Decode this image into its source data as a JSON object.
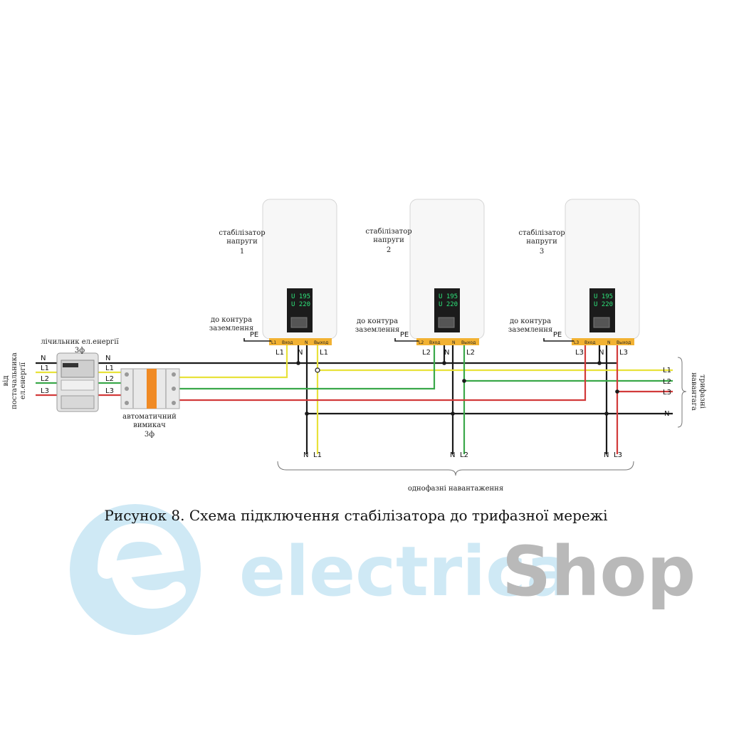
{
  "stabilizers": [
    {
      "label_line1": "стабілізатор",
      "label_line2": "напруги",
      "number": "1",
      "display_top": "U 195",
      "display_bottom": "U 220",
      "ground_label_1": "до контура",
      "ground_label_2": "заземлення",
      "pe": "PE",
      "input_tag": "L1",
      "input_term": "Вход",
      "output_term": "Выход",
      "n_term": "N",
      "output_tag": "L1"
    },
    {
      "label_line1": "стабілізатор",
      "label_line2": "напруги",
      "number": "2",
      "display_top": "U 195",
      "display_bottom": "U 220",
      "ground_label_1": "до контура",
      "ground_label_2": "заземлення",
      "pe": "PE",
      "input_tag": "L2",
      "input_term": "Вход",
      "output_term": "Выход",
      "n_term": "N",
      "output_tag": "L2"
    },
    {
      "label_line1": "стабілізатор",
      "label_line2": "напруги",
      "number": "3",
      "display_top": "U 195",
      "display_bottom": "U 220",
      "ground_label_1": "до контура",
      "ground_label_2": "заземлення",
      "pe": "PE",
      "input_tag": "L3",
      "input_term": "Вход",
      "output_term": "Выход",
      "n_term": "N",
      "output_tag": "L3"
    }
  ],
  "meter": {
    "label_line1": "лічильник ел.енергії",
    "label_line2": "3ф"
  },
  "breaker": {
    "label_line1": "автоматичний",
    "label_line2": "вимикач",
    "label_line3": "3ф"
  },
  "supply_label": {
    "line1": "від",
    "line2": "постачальника",
    "line3": "ел.енергії"
  },
  "lines_left": [
    "N",
    "L1",
    "L2",
    "L3"
  ],
  "lines_mid": [
    "N",
    "L1",
    "L2",
    "L3"
  ],
  "lines_right": [
    "L1",
    "L2",
    "L3",
    "N"
  ],
  "three_phase_load": {
    "line1": "трифазні",
    "line2": "навантага"
  },
  "outputs": [
    {
      "n": "N",
      "l": "L1"
    },
    {
      "n": "N",
      "l": "L2"
    },
    {
      "n": "N",
      "l": "L3"
    }
  ],
  "single_phase_label": "однофазні навантаження",
  "caption": "Рисунок 8. Схема підключення стабілізатора до трифазної мережі",
  "watermark": {
    "part1": "electrica",
    "part2": "Shop"
  },
  "colors": {
    "N": "#1a1a1a",
    "L1": "#e8e23a",
    "L2": "#3aa84a",
    "L3": "#d23a3a",
    "watermark_blue": "#cfe9f5",
    "watermark_grey": "#b9b9b9",
    "terminal": "#f2b233"
  }
}
